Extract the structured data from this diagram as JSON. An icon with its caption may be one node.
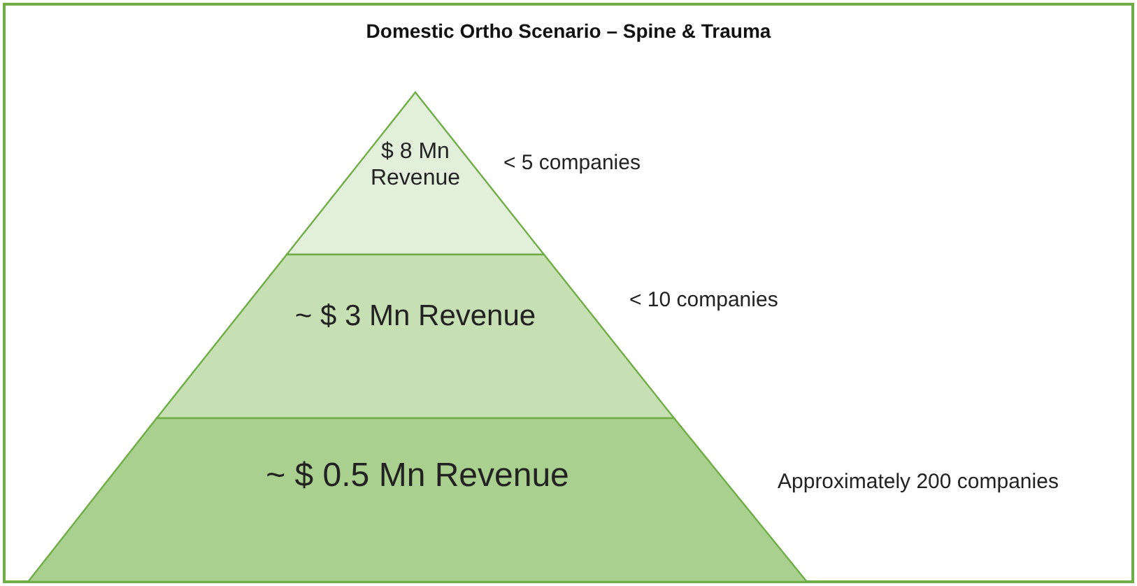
{
  "diagram": {
    "title": "Domestic Ortho Scenario – Spine & Trauma",
    "nodes": [
      {
        "text": [
          "$ 8 Mn Revenue"
        ],
        "beside": [
          "< 5 companies"
        ]
      },
      {
        "text": [
          "~ $ 3 Mn Revenue"
        ],
        "beside": [
          "< 10 companies"
        ]
      },
      {
        "text": [
          "~ $ 0.5 Mn Revenue"
        ],
        "beside": [
          "Approximately 200 companies"
        ]
      }
    ]
  }
}
